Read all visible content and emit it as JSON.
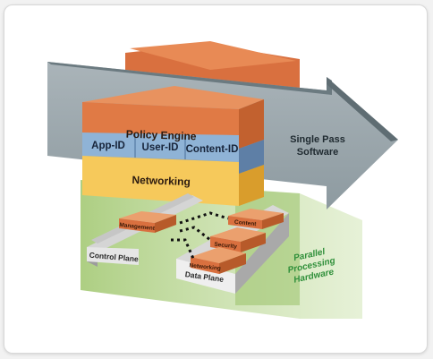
{
  "diagram": {
    "layers": {
      "policy_engine": "Policy Engine",
      "app_id": "App-ID",
      "user_id": "User-ID",
      "content_id": "Content-ID",
      "networking": "Networking"
    },
    "arrow_label_line1": "Single Pass",
    "arrow_label_line2": "Software",
    "hardware_label_line1": "Parallel",
    "hardware_label_line2": "Processing",
    "hardware_label_line3": "Hardware",
    "control_plane": {
      "label": "Control Plane",
      "module": "Management"
    },
    "data_plane": {
      "label": "Data Plane",
      "modules": [
        "Content",
        "Security",
        "Networking"
      ]
    }
  },
  "colors": {
    "orange": "#e07a45",
    "blue": "#8fb3d6",
    "yellow": "#f6c95b",
    "arrow": "#9aa7ad",
    "green": "#b3d08a",
    "green_text": "#2f8f3a",
    "gray": "#c4c4c4"
  }
}
